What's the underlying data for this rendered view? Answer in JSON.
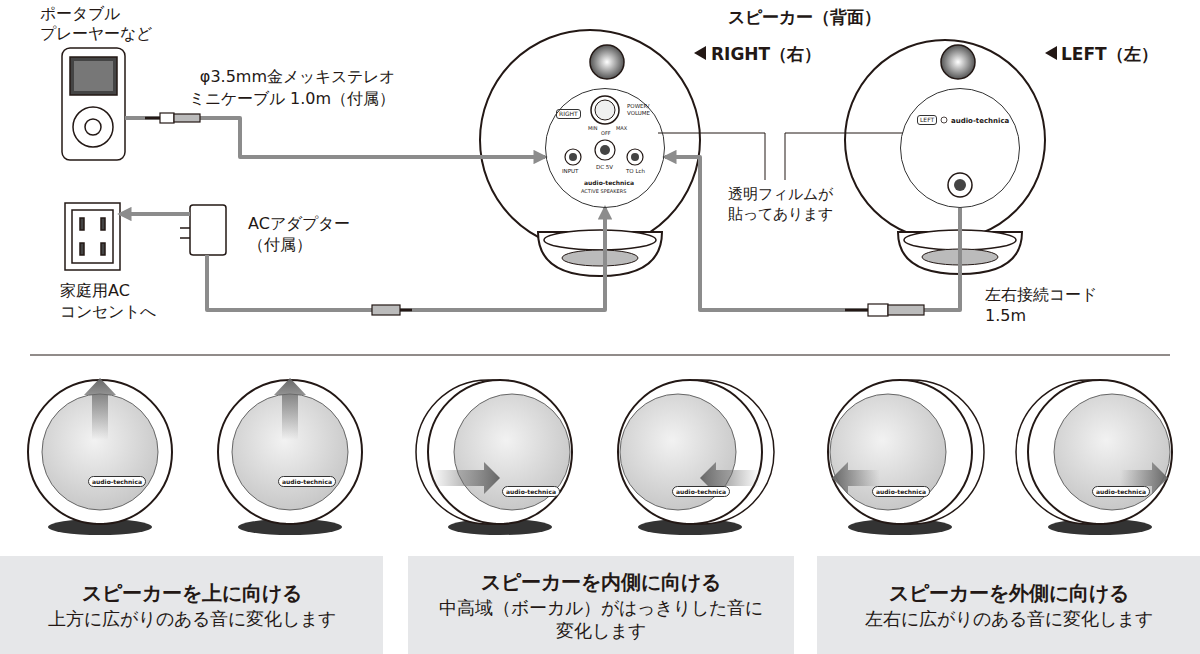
{
  "diagram": {
    "nodes": [
      {
        "text": [
          "ポータブル プレーヤーなど"
        ]
      },
      {
        "text": [
          "家庭用AC コンセントへ"
        ]
      },
      {
        "text": [
          "ACアダプター （付属）"
        ]
      },
      {
        "text": [
          "RIGHT（右）",
          "RIGHT",
          "POWER/ VOLUME",
          "MIN",
          "OFF",
          "MAX",
          "INPUT",
          "DC 5V",
          "TO Lch",
          "audio-technica",
          "ACTIVE SPEAKERS"
        ]
      },
      {
        "text": [
          "LEFT（左）",
          "LEFT",
          "audio-technica"
        ]
      },
      {
        "text": [
          "スピーカーを上に向ける",
          "上方に広がりのある音に変化します"
        ]
      },
      {
        "text": [
          "スピーカーを内側に向ける",
          "中高域（ボーカル）がはっきりした音に 変化します"
        ]
      },
      {
        "text": [
          "スピーカーを外側に向ける",
          "左右に広がりのある音に変化します"
        ]
      }
    ],
    "edges": [
      {
        "from": 0,
        "to": 3,
        "arrow": "to",
        "label": "φ3.5mm金メッキステレオ ミニケーブル 1.0m（付属）"
      },
      {
        "from": 2,
        "to": 1,
        "arrow": "to"
      },
      {
        "from": 2,
        "to": 3,
        "arrow": "to"
      },
      {
        "from": 4,
        "to": 3,
        "arrow": "to",
        "label": "左右接続コード 1.5m"
      }
    ],
    "labels": [
      "スピーカー（背面）",
      "透明フィルムが 貼ってあります",
      "audio-technica",
      "audio-technica",
      "audio-technica",
      "audio-technica",
      "audio-technica",
      "audio-technica"
    ]
  }
}
